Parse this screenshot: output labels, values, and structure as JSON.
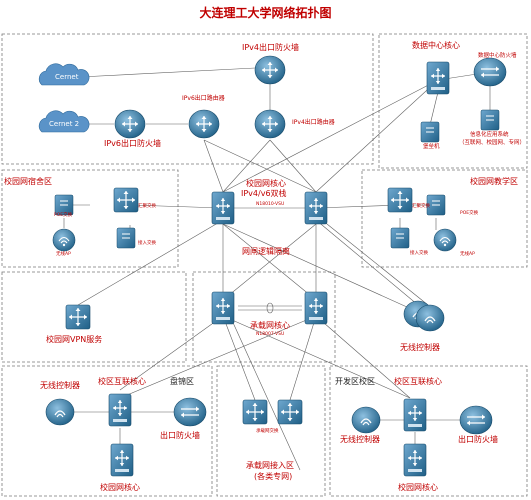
{
  "title": "大连理工大学网络拓扑图",
  "labels": {
    "cernet": "Cernet",
    "cernet2": "Cernet 2",
    "ipv4_fw": "IPv4出口防火墙",
    "ipv6_router": "IPv6出口路由器",
    "ipv4_router": "IPv4出口路由器",
    "ipv6_fw": "IPv6出口防火墙",
    "dc_core": "数据中心核心",
    "dc_fw": "数据中心防火墙",
    "blade": "堡垒机",
    "info_sys": "信息化应用系统",
    "info_sys_sub": "（互联网、校园网、专网）",
    "dorm_zone": "校园网宿舍区",
    "poe_switch": "POE交换",
    "agg_switch": "汇聚交换",
    "access_switch": "接入交换",
    "wireless_ap": "无线AP",
    "core_main": "校园网核心",
    "core_sub": "IPv4/v6双栈",
    "core_model": "N18010-VSU",
    "teach_zone": "校园网教学区",
    "logic_iso": "网闸逻辑隔离",
    "vpn": "校园网VPN服务",
    "bearer_core": "承载网核心",
    "bearer_model": "N18007-VSU",
    "wlc": "无线控制器",
    "panjin": "盘锦区",
    "campus_interconnect": "校区互联核心",
    "exit_fw": "出口防火墙",
    "campus_core": "校园网核心",
    "bearer_switch": "承载网交换",
    "bearer_access": "承载网接入区",
    "bearer_access_sub": "(各类专网)",
    "dev_zone": "开发区校区"
  },
  "colors": {
    "title": "#c00000",
    "device_dark": "#1f5f86",
    "device_light": "#5b9bc4",
    "cloud": "#5a93c8",
    "line": "#606060"
  }
}
